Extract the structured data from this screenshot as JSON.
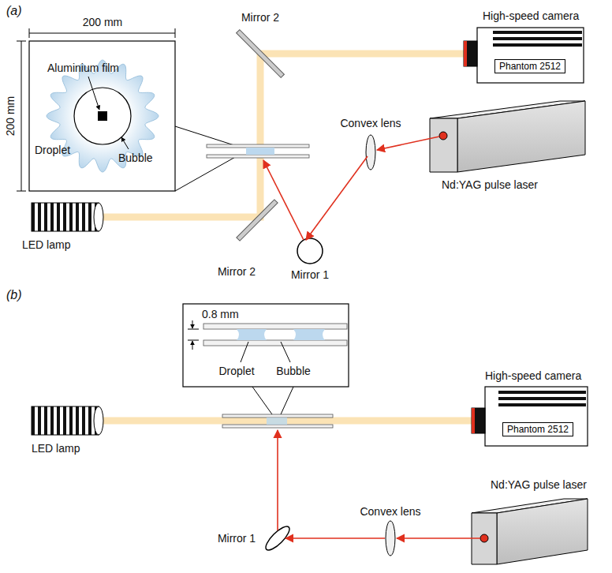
{
  "diagram": {
    "nodes": [
      {
        "text": [
          "Phantom 2512"
        ]
      },
      {
        "text": [
          "Phantom 2512"
        ]
      }
    ],
    "labels": [
      "(a)",
      "200 mm",
      "200 mm",
      "Aluminium film",
      "Droplet",
      "Bubble",
      "Mirror 2",
      "High-speed camera",
      "Convex lens",
      "Nd:YAG pulse laser",
      "LED lamp",
      "Mirror 2",
      "Mirror 1",
      "(b)",
      "0.8 mm",
      "Droplet",
      "Bubble",
      "High-speed camera",
      "LED lamp",
      "Convex lens",
      "Mirror 1",
      "Nd:YAG pulse laser"
    ]
  }
}
